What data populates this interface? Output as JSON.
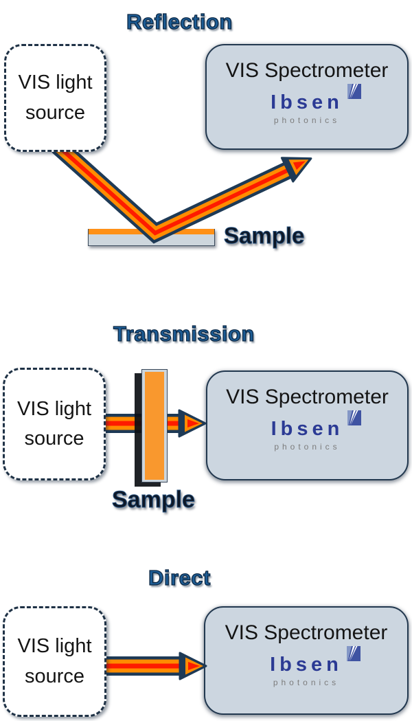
{
  "colors": {
    "title_blue": "#1d5c94",
    "label_dark": "#0e1827",
    "beam_orange": "#ff8c00",
    "beam_red": "#fe1b00",
    "beam_outline": "#1e3a56",
    "box_fill": "#ccd6e0",
    "box_border": "#22384f",
    "light_source_fill": "#ffffff",
    "ibsen_blue": "#2b3a94",
    "photonics_gray": "#7c7c7c",
    "sample_gray": "#cdd6dd",
    "sample_orange": "#ff9016"
  },
  "sections": [
    {
      "title": "Reflection",
      "light_source_label": "VIS light source",
      "spectrometer_label": "VIS Spectrometer",
      "brand": "Ibsen",
      "brand_sub": "photonics",
      "sample_label": "Sample"
    },
    {
      "title": "Transmission",
      "light_source_label": "VIS light source",
      "spectrometer_label": "VIS Spectrometer",
      "brand": "Ibsen",
      "brand_sub": "photonics",
      "sample_label": "Sample"
    },
    {
      "title": "Direct",
      "light_source_label": "VIS light source",
      "spectrometer_label": "VIS Spectrometer",
      "brand": "Ibsen",
      "brand_sub": "photonics"
    }
  ]
}
